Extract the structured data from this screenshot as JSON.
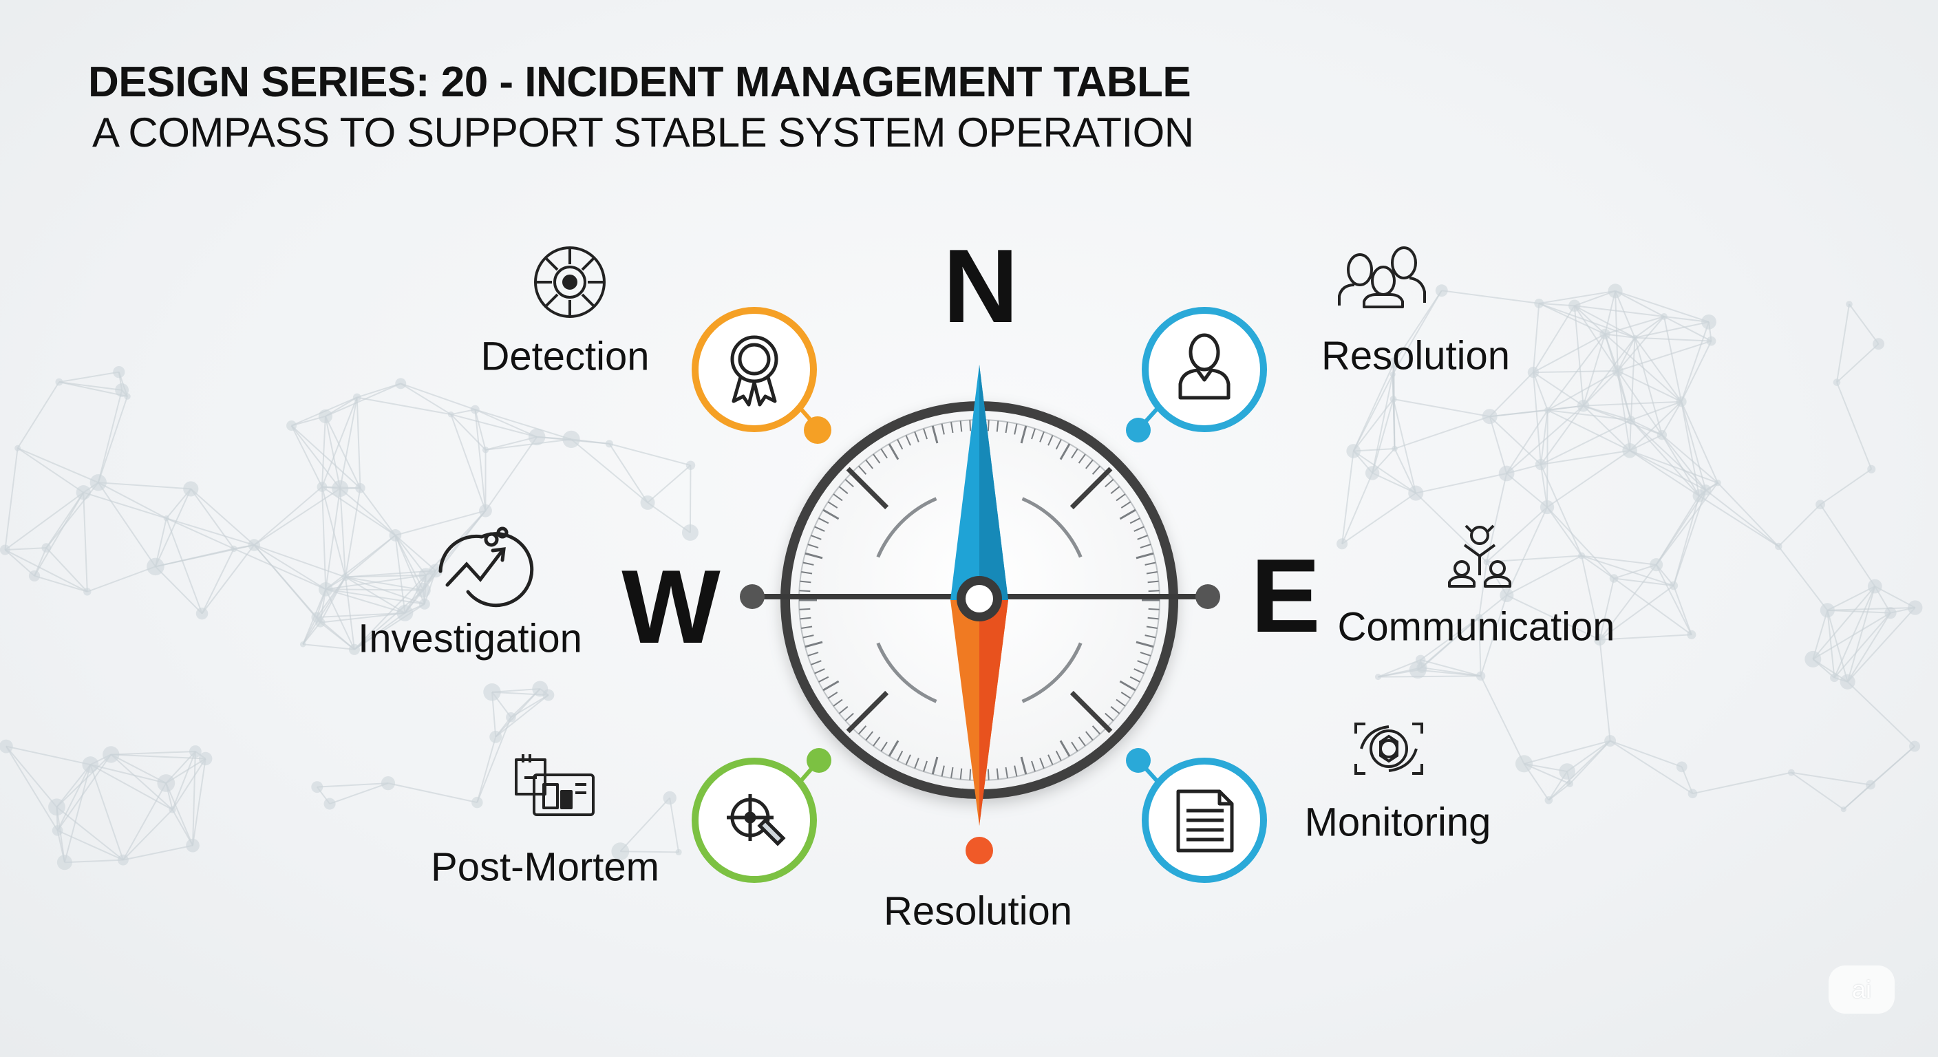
{
  "header": {
    "title": "DESIGN SERIES: 20 - INCIDENT MANAGEMENT TABLE",
    "subtitle": "A COMPASS TO SUPPORT STABLE SYSTEM OPERATION"
  },
  "compass": {
    "directions": {
      "north": "N",
      "east": "E",
      "west": "W"
    },
    "needle_colors": {
      "north": "#1fa3d6",
      "south": "#f07a22"
    }
  },
  "stages": [
    {
      "id": "detection",
      "label": "Detection",
      "icon": "gear-badge-icon",
      "caption_icon": "crosshair-eye-icon",
      "color": "#f5a025"
    },
    {
      "id": "resolution_ne",
      "label": "Resolution",
      "icon": "person-icon",
      "caption_icon": "team-group-icon",
      "color": "#2aa9d8"
    },
    {
      "id": "investigation",
      "label": "Investigation",
      "icon": "analysis-chart-icon"
    },
    {
      "id": "communication",
      "label": "Communication",
      "icon": "people-network-icon"
    },
    {
      "id": "post_mortem",
      "label": "Post-Mortem",
      "icon": "target-pen-icon",
      "caption_icon": "report-dashboard-icon",
      "color": "#7cc142"
    },
    {
      "id": "monitoring",
      "label": "Monitoring",
      "icon": "document-icon",
      "caption_icon": "monitor-target-icon",
      "color": "#2aa9d8"
    },
    {
      "id": "resolution_s",
      "label": "Resolution",
      "dot_color": "#f05a28"
    }
  ],
  "watermark": "ai"
}
